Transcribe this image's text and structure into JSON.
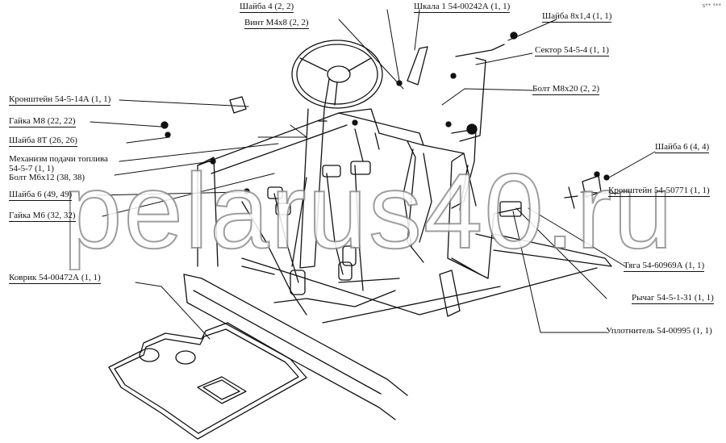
{
  "corner_text": "s** ***",
  "watermark": "pelarus40.ru",
  "labels": {
    "shaiba4": "Шайба 4 (2, 2)",
    "vint": "Винт М4х8 (2, 2)",
    "shkala": "Шкала 1 54-00242А (1, 1)",
    "shaiba8x14": "Шайба 8х1,4 (1, 1)",
    "sektor": "Сектор 54-5-4 (1, 1)",
    "bolt_m8": "Болт М8х20 (2, 2)",
    "kronshtein_14a": "Кронштейн 54-5-14А (1, 1)",
    "gaika_m8": "Гайка М8 (22, 22)",
    "shaiba_8t": "Шайба 8Т (26, 26)",
    "mekhanizm_1": "Механизм подачи топлива",
    "mekhanizm_2": "54-5-7 (1, 1)",
    "bolt_m6": "Болт М6х12 (38, 38)",
    "shaiba6_49": "Шайба 6 (49, 49)",
    "gaika_m6": "Гайка М6 (32, 32)",
    "shaiba6_4": "Шайба 6 (4, 4)",
    "kronshtein_50771": "Кронштейн 54-50771 (1, 1)",
    "tyaga": "Тяга 54-60969А (1, 1)",
    "rychag": "Рычаг 54-5-1-31 (1, 1)",
    "uplotnitel": "Уплотнитель 54-00995 (1, 1)",
    "kovrik": "Коврик 54-00472А (1, 1)"
  }
}
